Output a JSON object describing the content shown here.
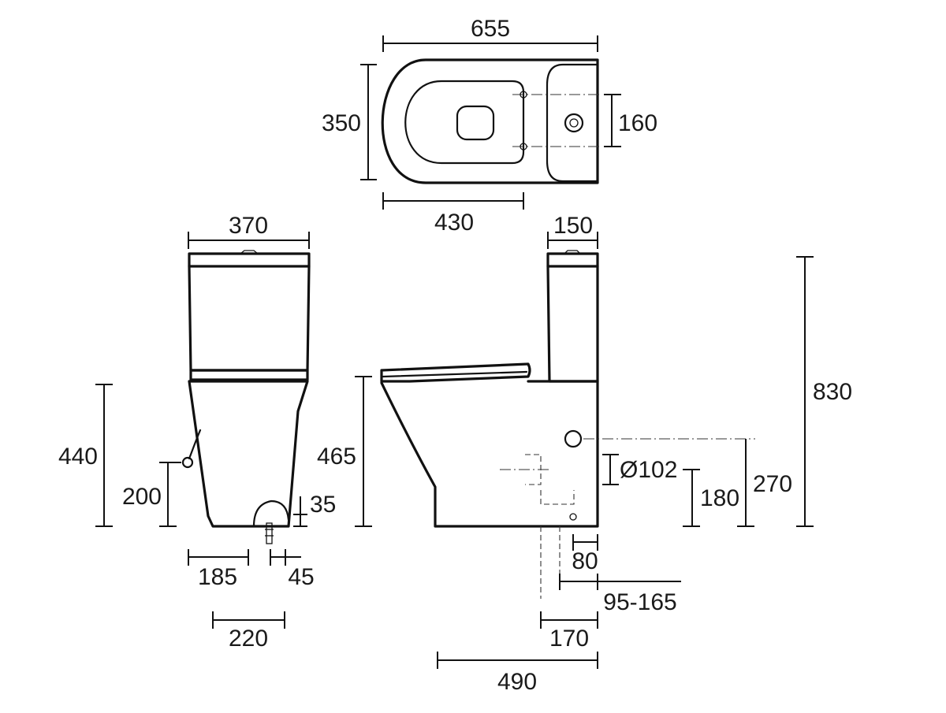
{
  "dimensions": {
    "top_view": {
      "overall_length": "655",
      "overall_width": "350",
      "fixing_centres": "160",
      "bowl_to_fixing": "430"
    },
    "front_view": {
      "cistern_width": "370",
      "seat_height": "440",
      "inlet_height": "200",
      "outlet_height": "35",
      "inlet_offset": "185",
      "outlet_offset": "45",
      "base_width": "220"
    },
    "side_view": {
      "cistern_depth": "150",
      "overall_height": "830",
      "pan_height": "465",
      "waste_diameter": "Ø102",
      "waste_height_180": "180",
      "waste_height_270": "270",
      "waste_back_80": "80",
      "set_out_range": "95-165",
      "set_out_170": "170",
      "overall_depth": "490"
    }
  }
}
